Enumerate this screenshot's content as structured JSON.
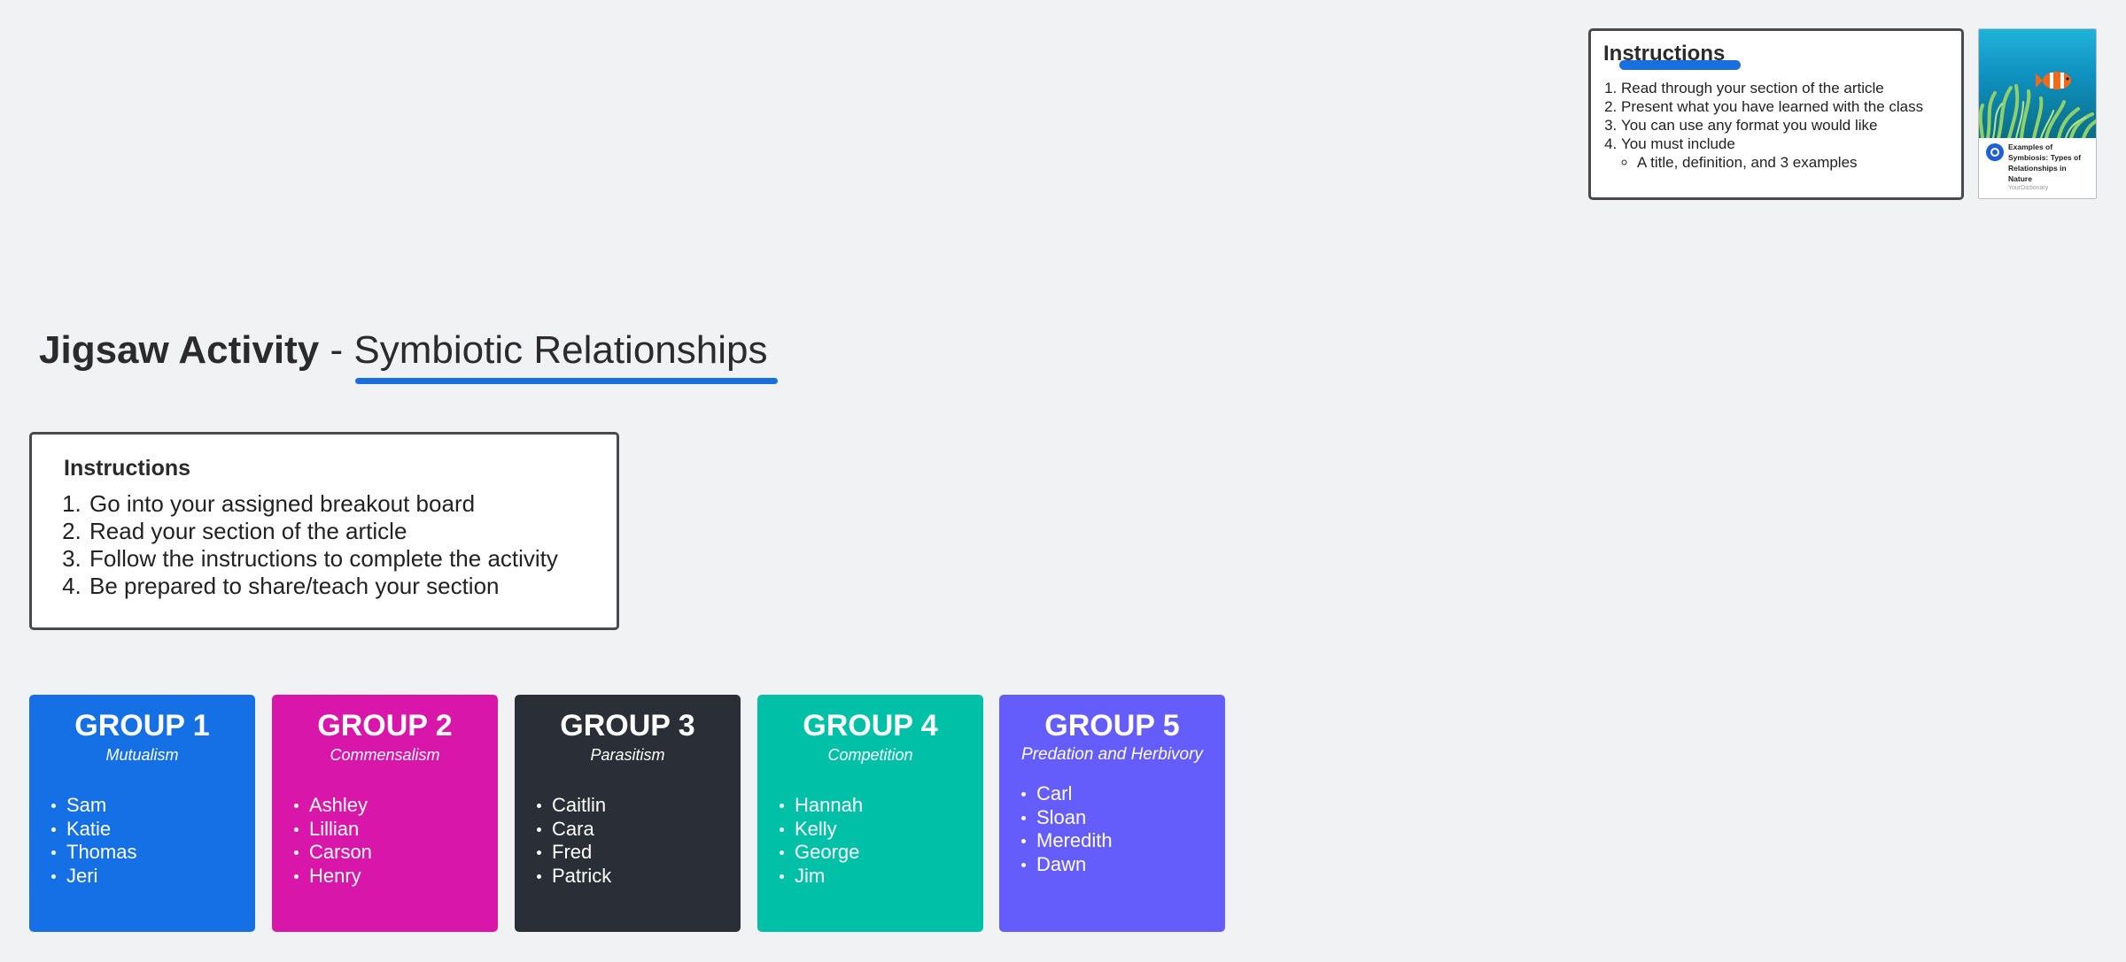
{
  "title": {
    "bold": "Jigsaw Activity",
    "separator": " - ",
    "subtitle": "Symbiotic Relationships"
  },
  "instructions_main": {
    "heading": "Instructions",
    "items": [
      "Go into your assigned breakout board",
      "Read your section of the article",
      "Follow the instructions to complete the activity",
      "Be prepared to share/teach your section"
    ]
  },
  "instructions_top": {
    "heading": "Instructions",
    "items": [
      "Read through your section of the article",
      "Present what you have learned with the class",
      "You can use any format you would like",
      "You must include"
    ],
    "sub_item": "A title, definition, and 3 examples"
  },
  "article_card": {
    "title": "Examples of Symbiosis: Types of Relationships in Nature",
    "source": "YourDictionary",
    "logo_icon": "yourdictionary-logo-icon",
    "image_icon": "clownfish-anemone-image"
  },
  "groups": [
    {
      "title": "GROUP 1",
      "subtitle": "Mutualism",
      "color": "#1570e5",
      "members": [
        "Sam",
        "Katie",
        "Thomas",
        "Jeri"
      ]
    },
    {
      "title": "GROUP 2",
      "subtitle": "Commensalism",
      "color": "#d916aa",
      "members": [
        "Ashley",
        "Lillian",
        "Carson",
        "Henry"
      ]
    },
    {
      "title": "GROUP 3",
      "subtitle": "Parasitism",
      "color": "#2a2e36",
      "members": [
        "Caitlin",
        "Cara",
        "Fred",
        "Patrick"
      ]
    },
    {
      "title": "GROUP 4",
      "subtitle": "Competition",
      "color": "#00c0a7",
      "members": [
        "Hannah",
        "Kelly",
        "George",
        "Jim"
      ]
    },
    {
      "title": "GROUP 5",
      "subtitle": "Predation and Herbivory",
      "color": "#645cfb",
      "members": [
        "Carl",
        "Sloan",
        "Meredith",
        "Dawn"
      ]
    }
  ],
  "colors": {
    "background": "#f1f2f4",
    "accent": "#1a6fe0"
  }
}
